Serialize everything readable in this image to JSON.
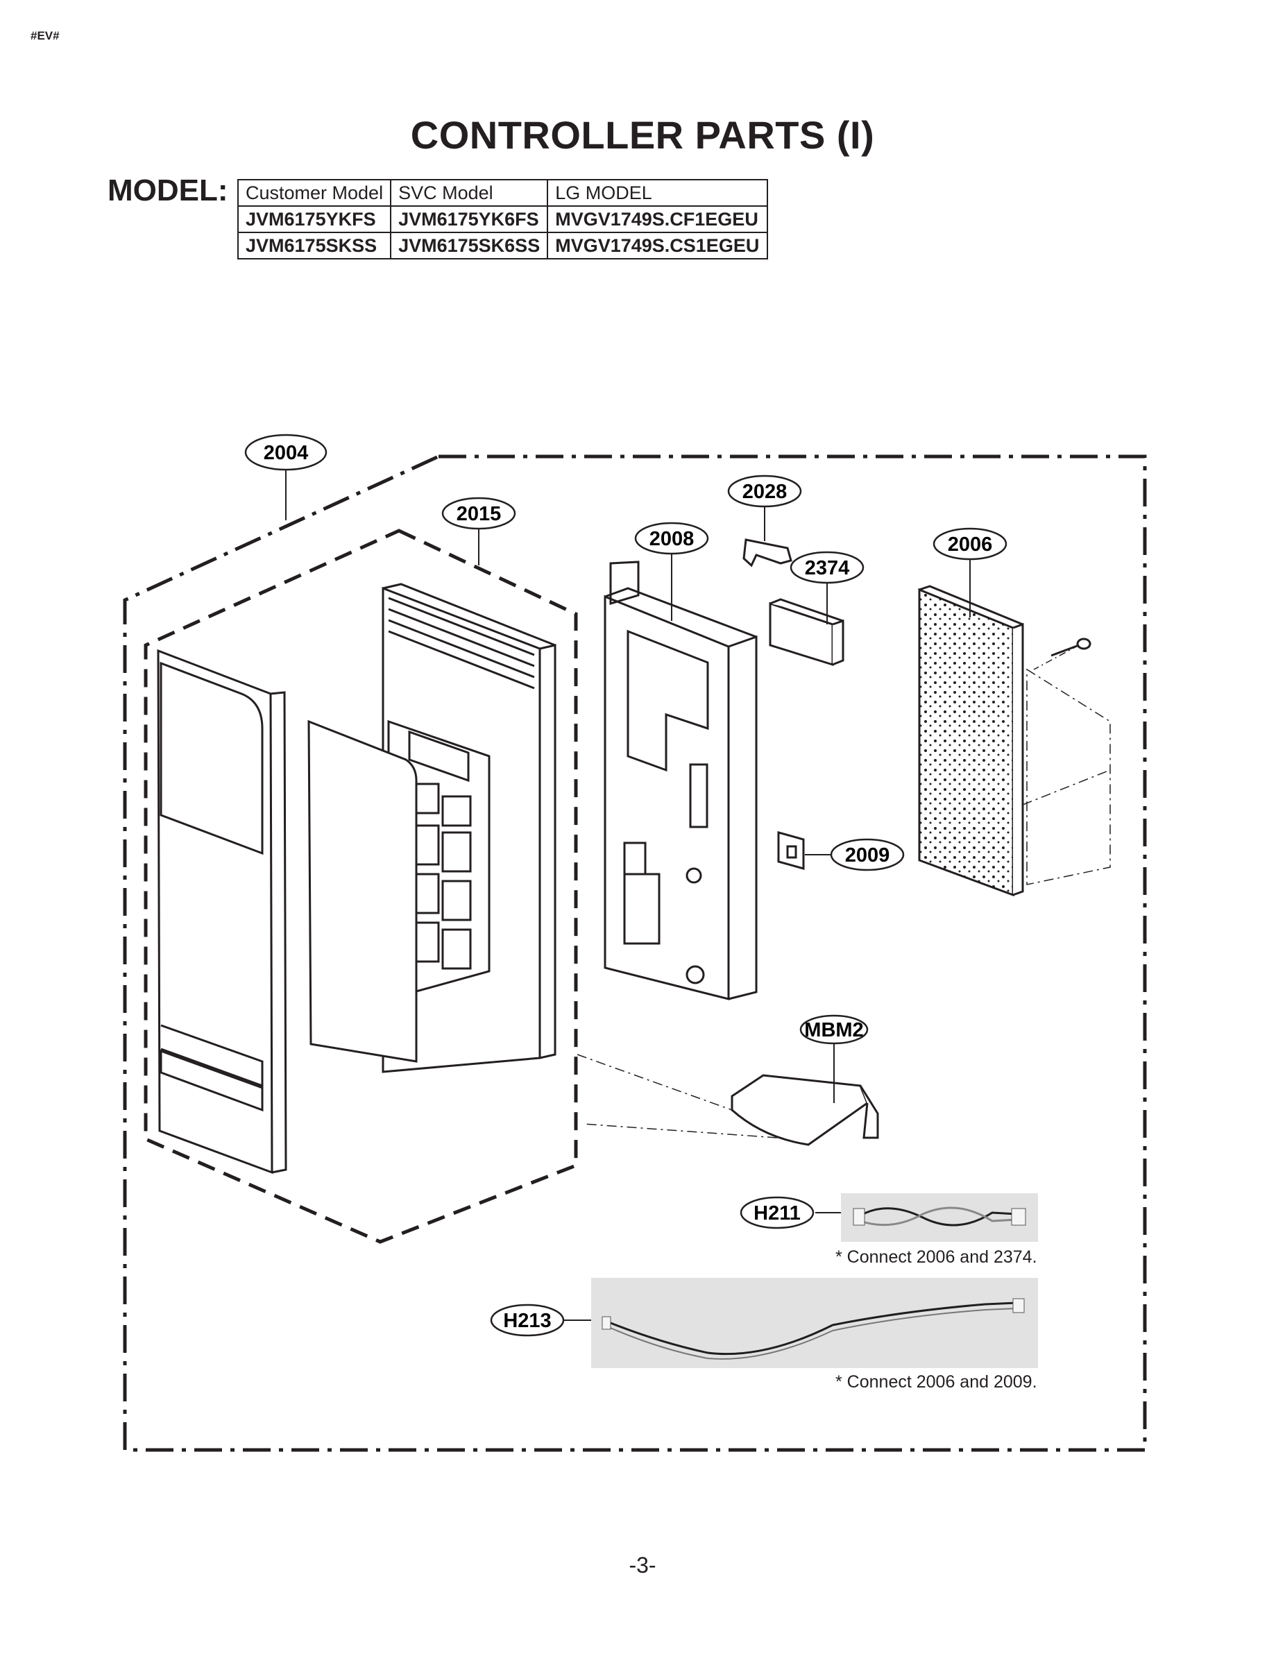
{
  "header_mark": "#EV#",
  "title": "CONTROLLER PARTS (I)",
  "model_label": "MODEL:",
  "model_table": {
    "headers": [
      "Customer Model",
      "SVC Model",
      "LG MODEL"
    ],
    "rows": [
      [
        "JVM6175YKFS",
        "JVM6175YK6FS",
        "MVGV1749S.CF1EGEU"
      ],
      [
        "JVM6175SKSS",
        "JVM6175SK6SS",
        "MVGV1749S.CS1EGEU"
      ]
    ]
  },
  "callouts": {
    "c2004": "2004",
    "c2015": "2015",
    "c2028": "2028",
    "c2008": "2008",
    "c2006": "2006",
    "c2374": "2374",
    "c2009": "2009",
    "cMBM2": "MBM2",
    "cH211": "H211",
    "cH213": "H213"
  },
  "notes": {
    "h211": "* Connect 2006 and 2374.",
    "h213": "* Connect 2006 and 2009."
  },
  "page_number": "-3-"
}
